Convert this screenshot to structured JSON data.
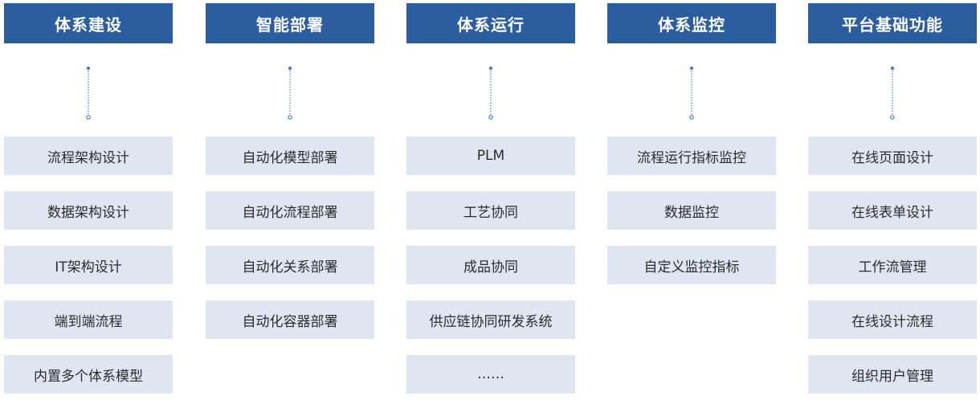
{
  "colors": {
    "header_bg": "#2c5d9f",
    "item_bg": "#dfe6f2",
    "connector": "#4a7fc1"
  },
  "columns": [
    {
      "title": "体系建设",
      "items": [
        "流程架构设计",
        "数据架构设计",
        "IT架构设计",
        "端到端流程",
        "内置多个体系模型"
      ]
    },
    {
      "title": "智能部署",
      "items": [
        "自动化模型部署",
        "自动化流程部署",
        "自动化关系部署",
        "自动化容器部署"
      ]
    },
    {
      "title": "体系运行",
      "items": [
        "PLM",
        "工艺协同",
        "成品协同",
        "供应链协同研发系统",
        "……"
      ]
    },
    {
      "title": "体系监控",
      "items": [
        "流程运行指标监控",
        "数据监控",
        "自定义监控指标"
      ]
    },
    {
      "title": "平台基础功能",
      "items": [
        "在线页面设计",
        "在线表单设计",
        "工作流管理",
        "在线设计流程",
        "组织用户管理"
      ]
    }
  ]
}
